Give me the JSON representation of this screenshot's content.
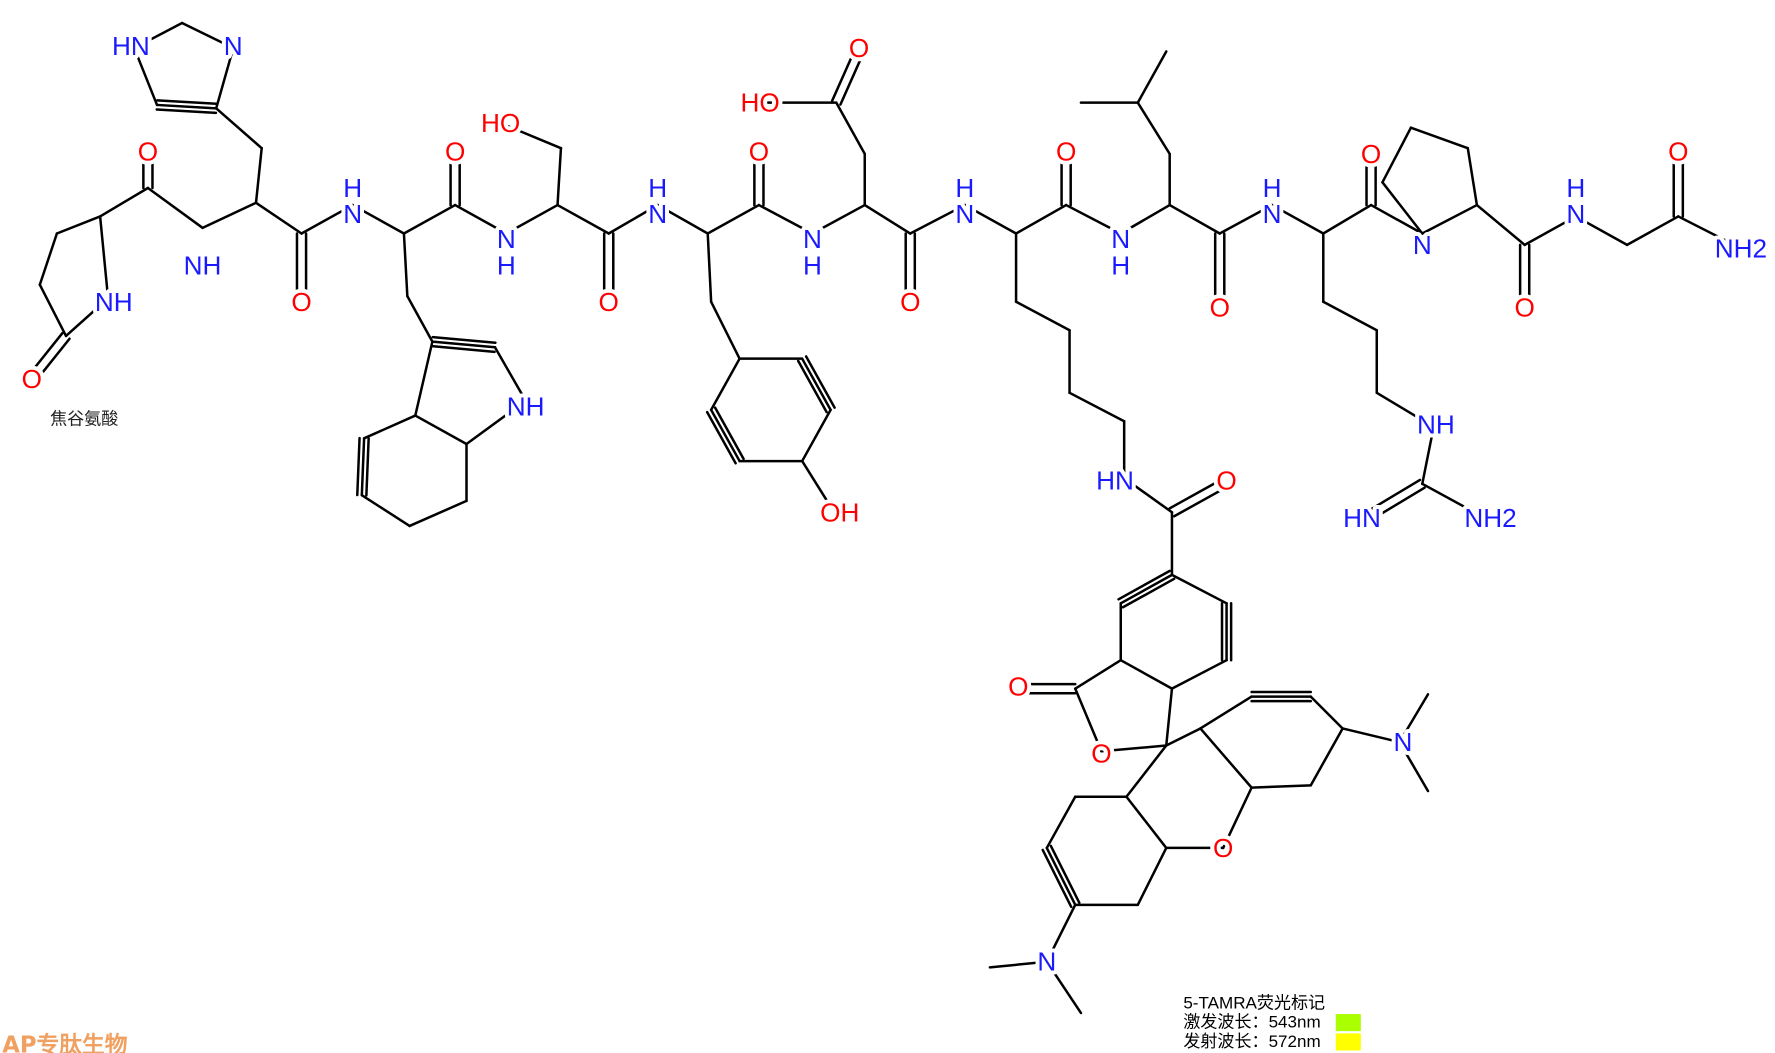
{
  "colors": {
    "nitrogen": "#1a1aff",
    "oxygen": "#ff0000",
    "bond": "#000000",
    "excitation_swatch": "#aaff00",
    "emission_swatch": "#ffff00",
    "watermark": "#f0a060"
  },
  "atoms": {
    "nh": "NH",
    "hn": "HN",
    "n": "N",
    "h": "H",
    "o": "O",
    "oh": "OH",
    "ho": "HO",
    "nh2": "NH2"
  },
  "labels": {
    "pyroglutamate": "焦谷氨酸",
    "fluor_title": "5-TAMRA荧光标记",
    "excitation": "激发波长：543nm",
    "emission": "发射波长：572nm"
  },
  "watermark": "AP专肽生物"
}
